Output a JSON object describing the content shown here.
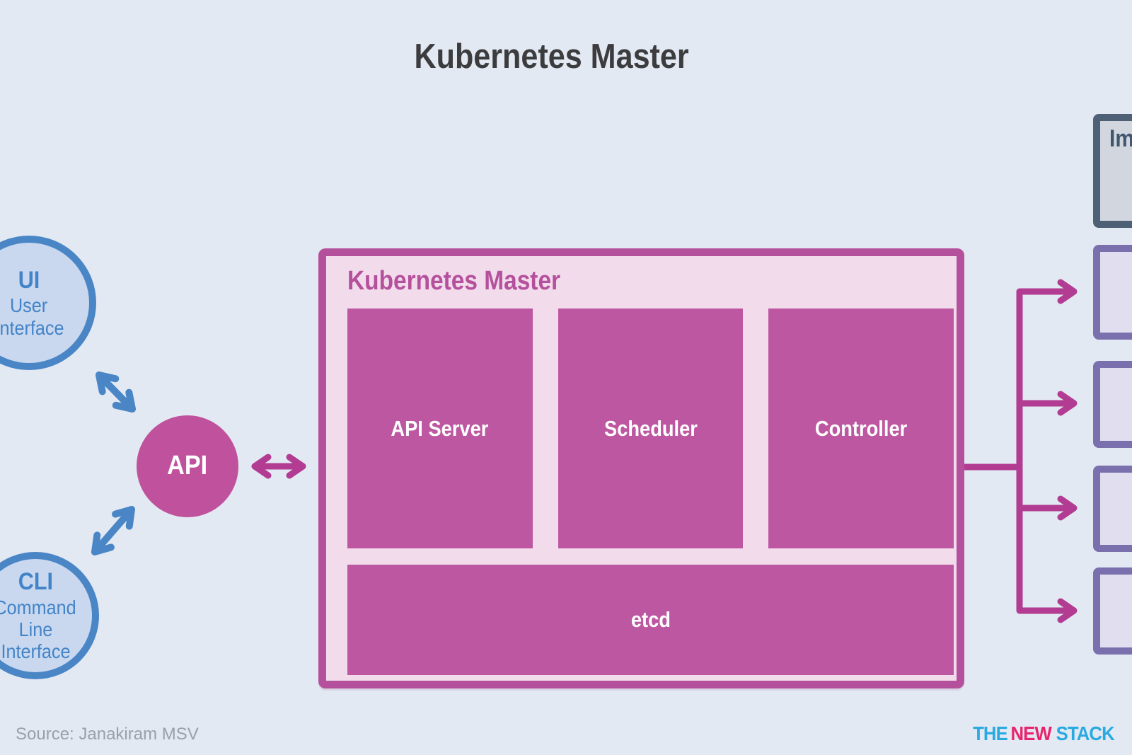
{
  "page": {
    "title": "Kubernetes Master"
  },
  "clients": {
    "ui": {
      "abbr": "UI",
      "lines": [
        "User",
        "Interface"
      ]
    },
    "cli": {
      "abbr": "CLI",
      "lines": [
        "Command",
        "Line",
        "Interface"
      ]
    },
    "api": {
      "label": "API"
    }
  },
  "master": {
    "label": "Kubernetes Master",
    "components": [
      {
        "label": "API Server"
      },
      {
        "label": "Scheduler"
      },
      {
        "label": "Controller"
      }
    ],
    "storage": {
      "label": "etcd"
    }
  },
  "right_panel": {
    "registry": {
      "label": "Im"
    },
    "nodes_count": 4
  },
  "footer": {
    "source": "Source: Janakiram MSV",
    "logo": {
      "segments": [
        {
          "text": "THE",
          "color": "#29aae1"
        },
        {
          "text": "NEW",
          "color": "#e8246d"
        },
        {
          "text": "STACK",
          "color": "#29aae1"
        }
      ]
    }
  },
  "colors": {
    "background": "#e3e9f3",
    "title_text": "#3c3c3e",
    "blue_accent": "#4a86c6",
    "blue_circle_fill": "#c9d8ef",
    "magenta_fill": "#bd57a1",
    "magenta_border": "#b5509c",
    "magenta_arrow": "#b23c92",
    "master_inner_fill": "#f2dcec",
    "node_border": "#7a70ae",
    "node_fill": "#e1def0",
    "registry_border": "#4e6076",
    "registry_fill": "#d2d6df",
    "source_text": "#98a0ab"
  }
}
